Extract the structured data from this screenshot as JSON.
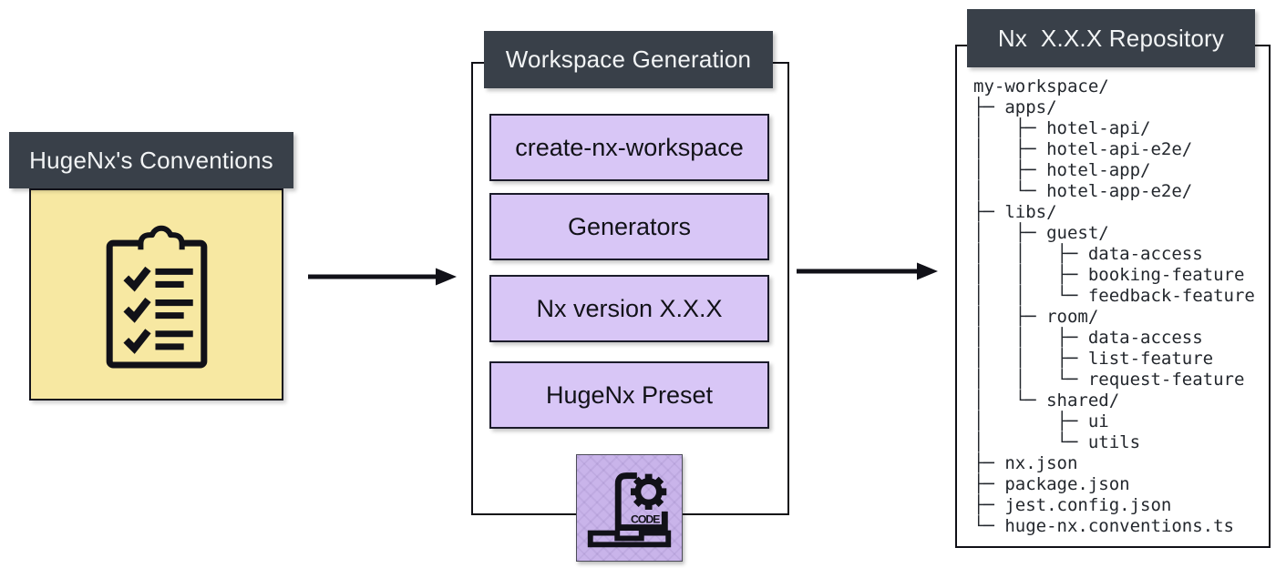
{
  "left_panel": {
    "title": "HugeNx's Conventions",
    "icon": "clipboard-checklist-icon"
  },
  "middle_panel": {
    "title": "Workspace Generation",
    "steps": [
      "create-nx-workspace",
      "Generators",
      "Nx version X.X.X",
      "HugeNx Preset"
    ],
    "code_icon_label": "CODE",
    "icon": "laptop-code-gear-icon"
  },
  "right_panel": {
    "title": "Nx  X.X.X Repository",
    "tree_lines": [
      "my-workspace/",
      "├─ apps/",
      "│   ├─ hotel-api/",
      "│   ├─ hotel-api-e2e/",
      "│   ├─ hotel-app/",
      "│   └─ hotel-app-e2e/",
      "├─ libs/",
      "│   ├─ guest/",
      "│   │   ├─ data-access",
      "│   │   ├─ booking-feature",
      "│   │   └─ feedback-feature",
      "│   ├─ room/",
      "│   │   ├─ data-access",
      "│   │   ├─ list-feature",
      "│   │   └─ request-feature",
      "│   └─ shared/",
      "│       ├─ ui",
      "│       └─ utils",
      "├─ nx.json",
      "├─ package.json",
      "├─ jest.config.json",
      "└─ huge-nx.conventions.ts"
    ]
  },
  "arrows": [
    {
      "from": "hugenx-conventions",
      "to": "workspace-generation"
    },
    {
      "from": "workspace-generation",
      "to": "nx-repository"
    }
  ],
  "colors": {
    "header_bg": "#394049",
    "header_text": "#f2f4f5",
    "conventions_yellow": "#f7e8a2",
    "step_purple": "#d8c6f6",
    "code_square_purple": "#c9b4ea",
    "stroke_black": "#111118",
    "tree_text": "#23272d"
  }
}
